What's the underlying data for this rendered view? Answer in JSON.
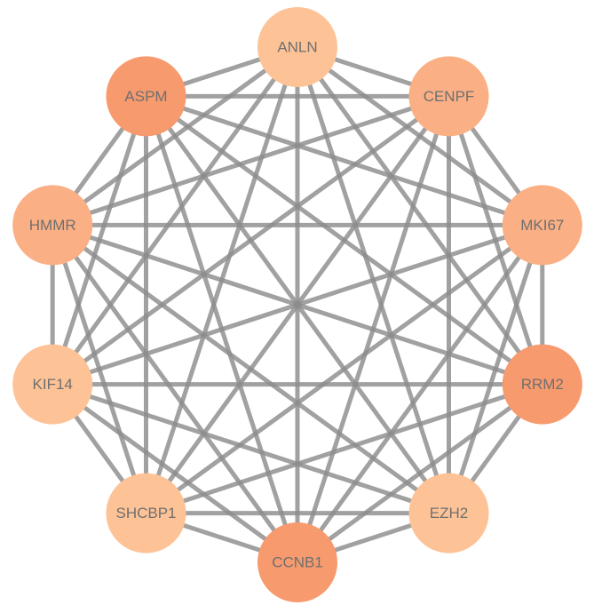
{
  "network": {
    "layout": "circular",
    "edges": "complete",
    "colors": {
      "edge": "#8c8c8c",
      "label": "#6f6f6f",
      "node_dark": "#f79a6e",
      "node_mid": "#fbaf84",
      "node_light": "#fdc397"
    },
    "nodes": [
      {
        "label": "ANLN",
        "color": "#fdc397"
      },
      {
        "label": "CENPF",
        "color": "#fbaf84"
      },
      {
        "label": "MKI67",
        "color": "#fbaf84"
      },
      {
        "label": "RRM2",
        "color": "#f79a6e"
      },
      {
        "label": "EZH2",
        "color": "#fdc397"
      },
      {
        "label": "CCNB1",
        "color": "#f79a6e"
      },
      {
        "label": "SHCBP1",
        "color": "#fdc397"
      },
      {
        "label": "KIF14",
        "color": "#fdc397"
      },
      {
        "label": "HMMR",
        "color": "#fbaf84"
      },
      {
        "label": "ASPM",
        "color": "#f79a6e"
      }
    ]
  }
}
